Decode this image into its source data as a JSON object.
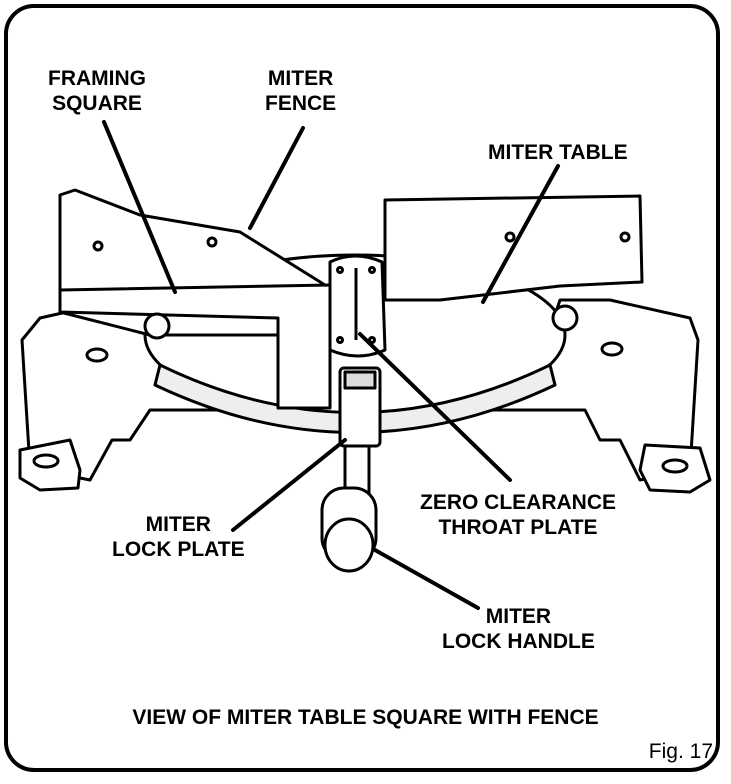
{
  "labels": {
    "framing_square": [
      "FRAMING",
      "SQUARE"
    ],
    "miter_fence": [
      "MITER",
      "FENCE"
    ],
    "miter_table": [
      "MITER TABLE"
    ],
    "zero_clearance_throat_plate": [
      "ZERO CLEARANCE",
      "THROAT PLATE"
    ],
    "miter_lock_plate": [
      "MITER",
      "LOCK PLATE"
    ],
    "miter_lock_handle": [
      "MITER",
      "LOCK HANDLE"
    ]
  },
  "caption": "VIEW OF MITER TABLE SQUARE WITH FENCE",
  "figure_number": "Fig. 17"
}
